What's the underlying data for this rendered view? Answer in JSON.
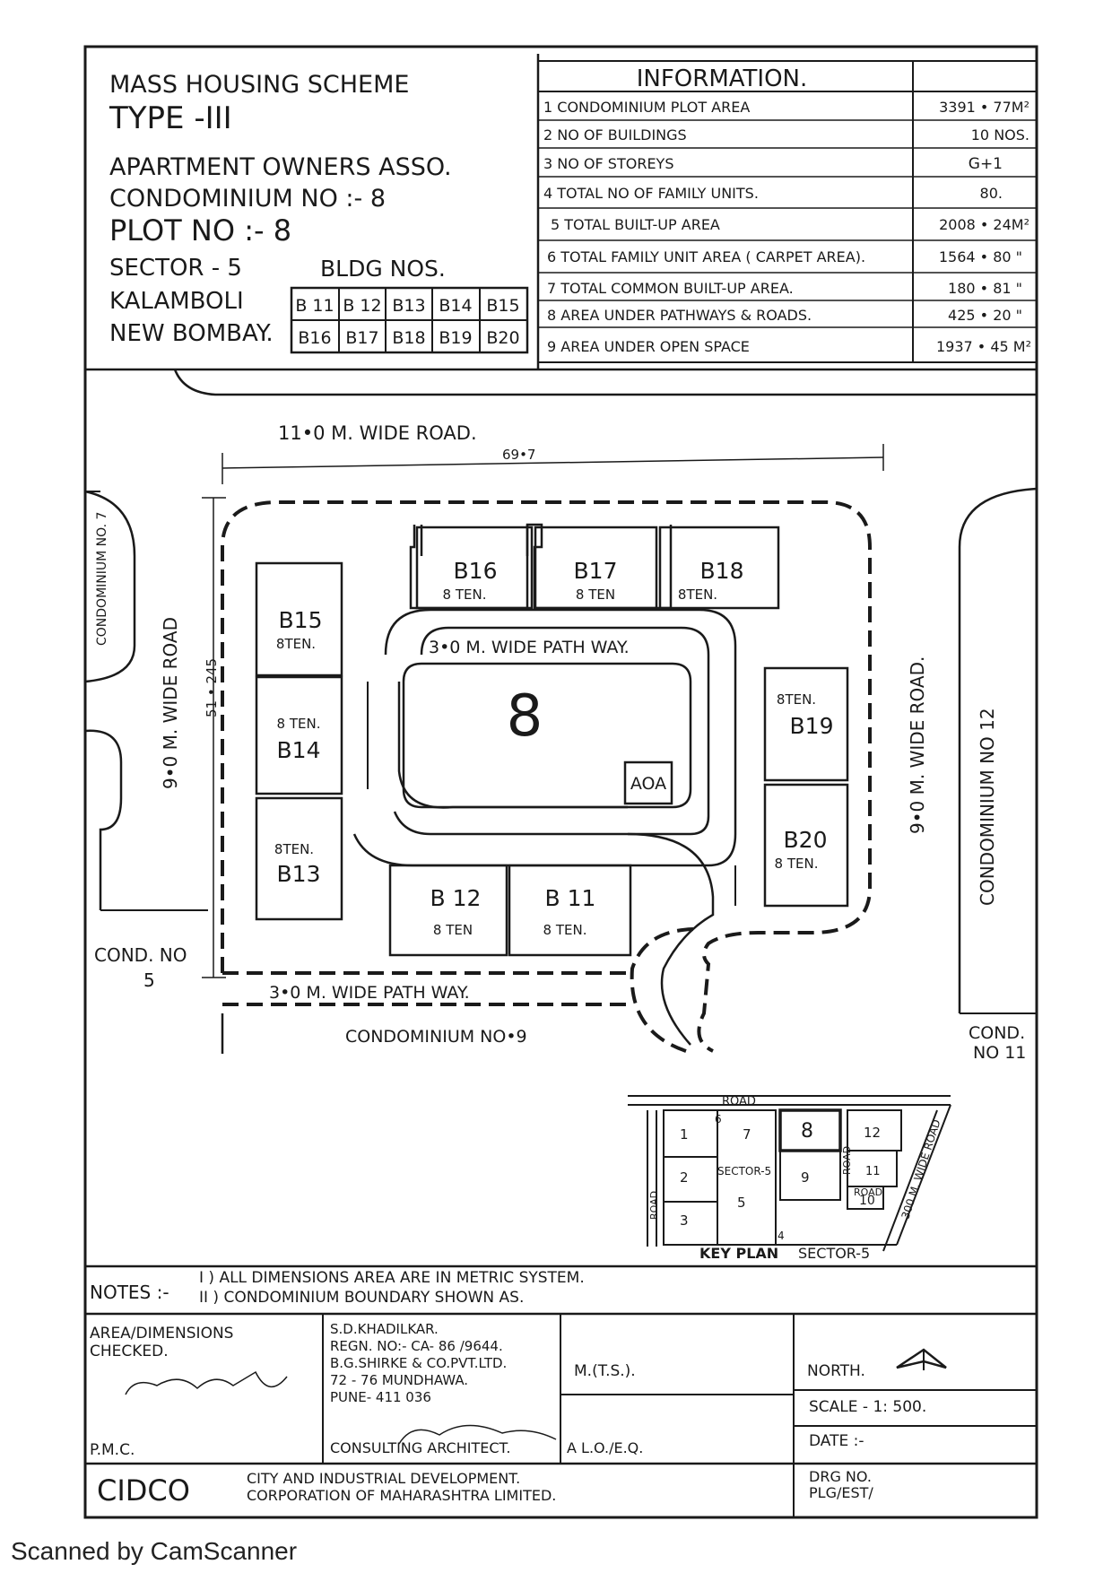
{
  "header": {
    "scheme_title": "MASS HOUSING SCHEME",
    "type_label": "TYPE -III",
    "association": "APARTMENT OWNERS ASSO.",
    "condominium": "CONDOMINIUM NO :- 8",
    "plot": "PLOT NO :- 8",
    "sector": "SECTOR - 5",
    "locality": "KALAMBOLI",
    "city": "NEW BOMBAY.",
    "bldg_nos_label": "BLDG NOS.",
    "bldg_row1": [
      "B 11",
      "B 12",
      "B13",
      "B14",
      "B15"
    ],
    "bldg_row2": [
      "B16",
      "B17",
      "B18",
      "B19",
      "B20"
    ]
  },
  "info": {
    "title": "INFORMATION.",
    "rows": [
      {
        "label": "1 CONDOMINIUM PLOT AREA",
        "value": "3391 • 77M²"
      },
      {
        "label": "2 NO OF BUILDINGS",
        "value": "10 NOS."
      },
      {
        "label": "3 NO OF STOREYS",
        "value": "G+1"
      },
      {
        "label": "4 TOTAL NO OF FAMILY UNITS.",
        "value": "80."
      },
      {
        "label": "5 TOTAL BUILT-UP AREA",
        "value": "2008 • 24M²"
      },
      {
        "label": "6 TOTAL FAMILY UNIT AREA ( CARPET AREA).",
        "value": "1564 • 80 \""
      },
      {
        "label": "7 TOTAL COMMON BUILT-UP AREA.",
        "value": "180 • 81 \""
      },
      {
        "label": "8 AREA UNDER PATHWAYS & ROADS.",
        "value": "425 • 20 \""
      },
      {
        "label": "9 AREA UNDER OPEN SPACE",
        "value": "1937 • 45 M²"
      }
    ]
  },
  "site": {
    "road_top": "11•0 M. WIDE ROAD.",
    "dim_top": "69•7",
    "dim_left": "51 • 245",
    "road_left": "9•0 M. WIDE ROAD",
    "road_right": "9•0 M. WIDE ROAD.",
    "cond7": "CONDOMINIUM NO. 7",
    "cond12": "CONDOMINIUM NO 12",
    "cond5_a": "COND. NO",
    "cond5_b": "5",
    "cond9": "CONDOMINIUM NO•9",
    "cond11_a": "COND.",
    "cond11_b": "NO 11",
    "path_top": "3•0 M. WIDE PATH WAY.",
    "path_bottom": "3•0 M. WIDE PATH WAY.",
    "plot_number": "8",
    "aoa": "AOA",
    "buildings": [
      {
        "id": "B16",
        "ten": "8 TEN."
      },
      {
        "id": "B17",
        "ten": "8 TEN"
      },
      {
        "id": "B18",
        "ten": "8TEN."
      },
      {
        "id": "B15",
        "ten": "8TEN."
      },
      {
        "id": "B14",
        "ten": "8 TEN."
      },
      {
        "id": "B13",
        "ten": "8TEN."
      },
      {
        "id": "B19",
        "ten": "8TEN."
      },
      {
        "id": "B20",
        "ten": "8 TEN."
      },
      {
        "id": "B 12",
        "ten": "8 TEN"
      },
      {
        "id": "B 11",
        "ten": "8 TEN."
      }
    ]
  },
  "key_plan": {
    "title": "KEY PLAN",
    "subtitle": "SECTOR-5",
    "road_top": "ROAD",
    "road_left": "ROAD",
    "road_mid": "ROAD",
    "road_small": "ROAD",
    "wide_road": "300 M. WIDE ROAD",
    "sector_label": "SECTOR-5",
    "plots": [
      "1",
      "6",
      "7",
      "8",
      "12",
      "2",
      "9",
      "11",
      "3",
      "5",
      "4",
      "10"
    ]
  },
  "notes": {
    "label": "NOTES :-",
    "line1": "I ) ALL DIMENSIONS AREA ARE IN METRIC SYSTEM.",
    "line2": "II ) CONDOMINIUM BOUNDARY SHOWN AS."
  },
  "title_block": {
    "checked_1": "AREA/DIMENSIONS",
    "checked_2": "CHECKED.",
    "pmc": "P.M.C.",
    "architect": [
      "S.D.KHADILKAR.",
      "REGN. NO:- CA- 86 /9644.",
      "B.G.SHIRKE & CO.PVT.LTD.",
      "72 - 76 MUNDHAWA.",
      "PUNE- 411 036"
    ],
    "consulting": "CONSULTING ARCHITECT.",
    "mts": "M.(T.S.).",
    "alo": "A L.O./E.Q.",
    "north": "NORTH.",
    "scale": "SCALE - 1: 500.",
    "date": "DATE :-",
    "drg_1": "DRG NO.",
    "drg_2": "PLG/EST/",
    "cidco": "CIDCO",
    "corp_1": "CITY AND INDUSTRIAL DEVELOPMENT.",
    "corp_2": "CORPORATION OF MAHARASHTRA LIMITED."
  },
  "footer": "Scanned by CamScanner"
}
